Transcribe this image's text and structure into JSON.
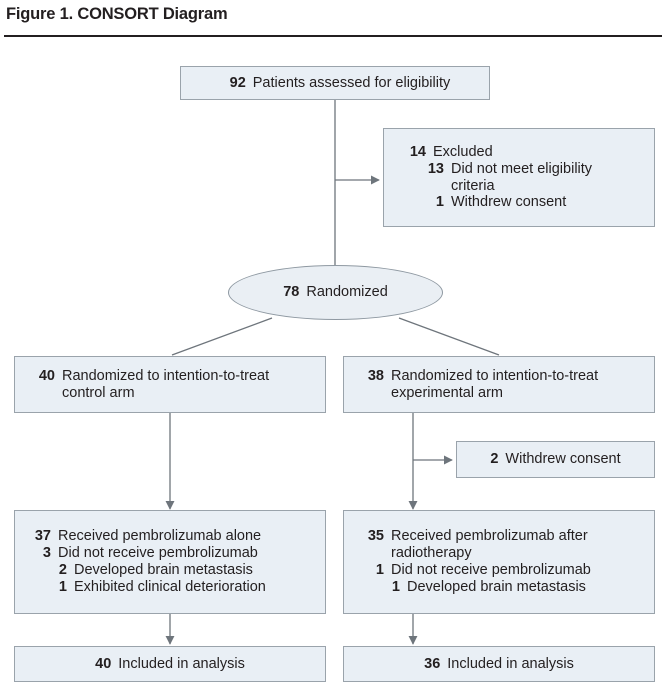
{
  "figure": {
    "title": "Figure 1. CONSORT Diagram",
    "type": "consort-flow-diagram"
  },
  "colors": {
    "box_fill": "#e9eff5",
    "box_border": "#9aa3ab",
    "text": "#231f20",
    "connector": "#6e757c",
    "rule": "#231f20"
  },
  "nodes": {
    "enrollment": {
      "count": "92",
      "label": "Patients assessed for eligibility"
    },
    "excluded": {
      "count": "14",
      "label": "Excluded",
      "reasons": [
        {
          "count": "13",
          "label": "Did not meet eligibility",
          "continuation": "criteria"
        },
        {
          "count": "1",
          "label": "Withdrew consent"
        }
      ]
    },
    "randomized": {
      "count": "78",
      "label": "Randomized"
    },
    "control_arm": {
      "count": "40",
      "label": "Randomized to intention-to-treat",
      "continuation": "control arm"
    },
    "experimental_arm": {
      "count": "38",
      "label": "Randomized to intention-to-treat",
      "continuation": "experimental arm"
    },
    "experimental_withdrew": {
      "count": "2",
      "label": "Withdrew consent"
    },
    "control_treatment": {
      "lines": [
        {
          "count": "37",
          "label": "Received pembrolizumab alone",
          "indent": 0
        },
        {
          "count": "3",
          "label": "Did not receive pembrolizumab",
          "indent": 0
        },
        {
          "count": "2",
          "label": "Developed brain metastasis",
          "indent": 1
        },
        {
          "count": "1",
          "label": "Exhibited clinical deterioration",
          "indent": 1
        }
      ]
    },
    "experimental_treatment": {
      "lines": [
        {
          "count": "35",
          "label": "Received pembrolizumab after",
          "continuation": "radiotherapy",
          "indent": 0
        },
        {
          "count": "1",
          "label": "Did not receive pembrolizumab",
          "indent": 0
        },
        {
          "count": "1",
          "label": "Developed brain metastasis",
          "indent": 1
        }
      ]
    },
    "control_analysis": {
      "count": "40",
      "label": "Included in analysis"
    },
    "experimental_analysis": {
      "count": "36",
      "label": "Included in analysis"
    }
  }
}
